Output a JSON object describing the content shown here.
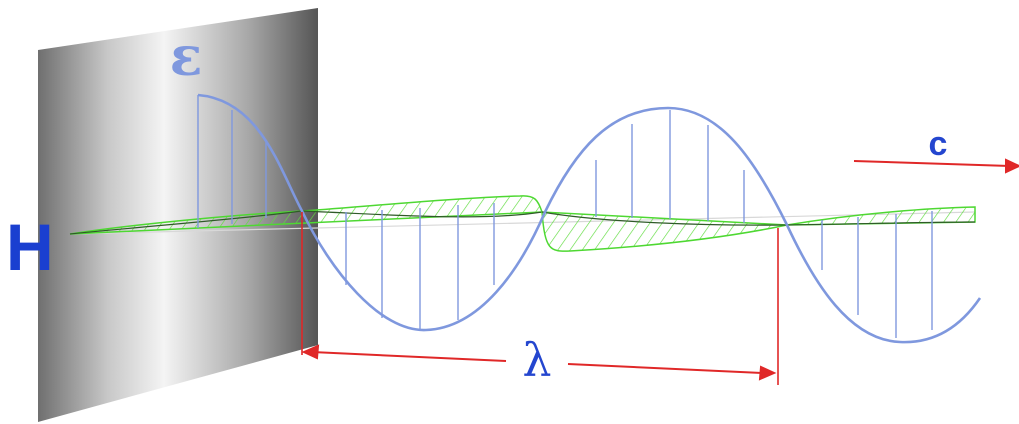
{
  "labels": {
    "electric_field": "ε",
    "magnetic_field": "H",
    "speed": "c",
    "wavelength": "λ"
  },
  "colors": {
    "electric_wave": "#7f98de",
    "magnetic_wave": "#4ed832",
    "label_blue": "#1a3fd0",
    "arrow_red": "#e02828"
  }
}
